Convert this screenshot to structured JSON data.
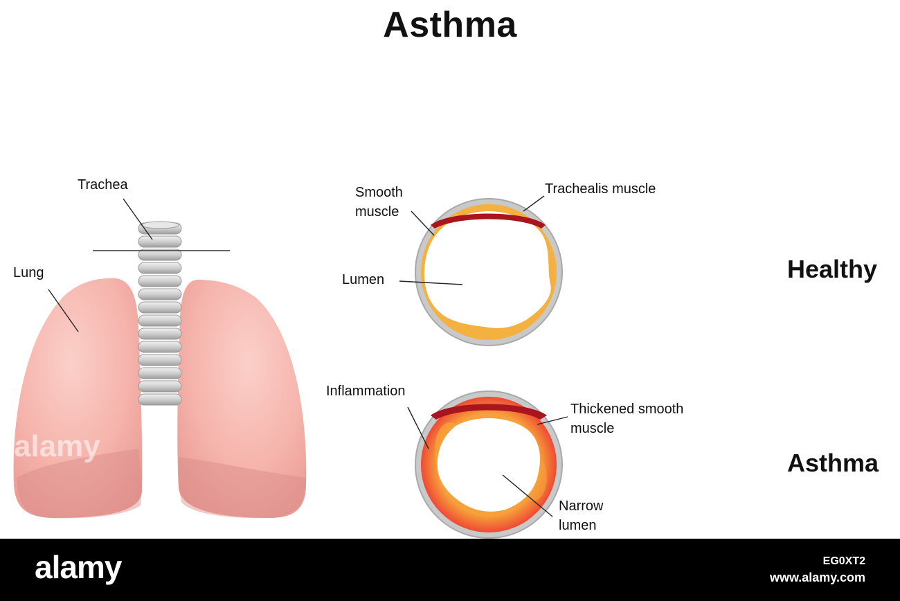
{
  "title": "Asthma",
  "labels": {
    "trachea": "Trachea",
    "lung": "Lung",
    "smooth_muscle_line1": "Smooth",
    "smooth_muscle_line2": "muscle",
    "trachealis_muscle": "Trachealis muscle",
    "lumen": "Lumen",
    "inflammation": "Inflammation",
    "thickened_line1": "Thickened smooth",
    "thickened_line2": "muscle",
    "narrow_line1": "Narrow",
    "narrow_line2": "lumen"
  },
  "states": {
    "healthy": "Healthy",
    "asthma": "Asthma"
  },
  "colors": {
    "lung": "#f5b3ab",
    "lung_shadow": "#e0908c",
    "trachea": "#d9d9d9",
    "wall_gray": "#c7c7c7",
    "healthy_muscle": "#f5b140",
    "inflamed_muscle": "#ef5a3a",
    "trachealis": "#a8151c"
  },
  "footer": {
    "brand": "alamy",
    "image_id": "EG0XT2",
    "site": "www.alamy.com"
  },
  "watermark": "alamy"
}
